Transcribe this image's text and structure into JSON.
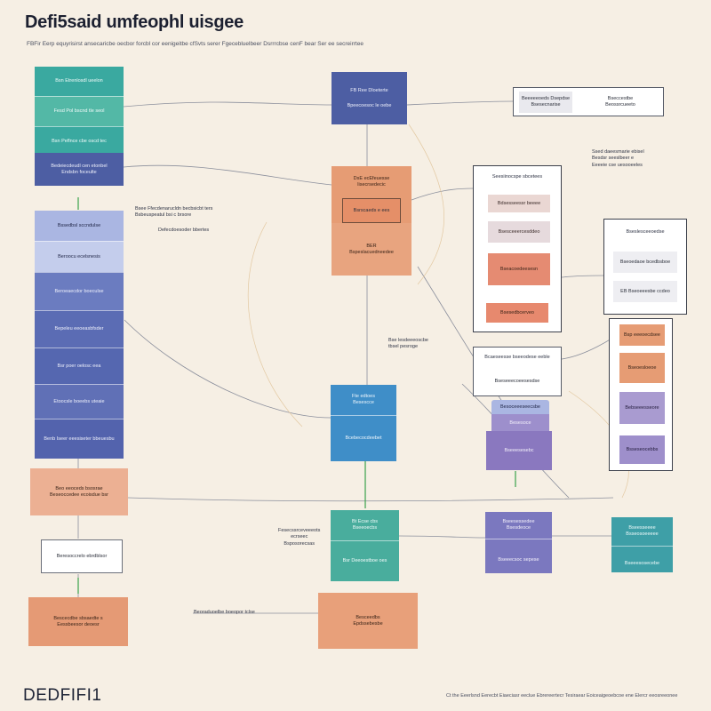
{
  "header": {
    "title": "Defi5said umfeophl uisgee",
    "subtitle": "FBFir Eerp equyrisirst ansecaricbe oecbor forcbl cor eenigeitbe cfSvts serer Fgecebluelbeer Dsrrrcbse cenF bear Ser ee secreirrtee"
  },
  "footer": {
    "logo": "DEDFIFI1",
    "note": "Ct the Eeerlsnd Eerecbt Eiaeciasr eeclue Ebrereertecr Tesiraear Eoiceaigeoebcoe ene Elercr eeosreeonee"
  },
  "left_column": {
    "teal_stack": [
      "Bsn Etrenlosdl ueelon",
      "Fesd Pol bscnd tle seol",
      "Bsn Peflnce cbe oscd tec"
    ],
    "navy_block": [
      "Bedeiecdeudl cen etonbel",
      "Endsbn foceulte"
    ],
    "note": [
      "Bsee Ffecdenarucldn becbsicbt ters",
      "Bsbeuspeatul bsi c brsore"
    ],
    "note_sub": "Defecdoesoder bbertes",
    "stack": [
      "Bssedbsl sccndulse",
      "Beroocu ecelsnesis",
      "Beroeaecdor boeculse",
      "Bepeleu eeoeasbfsder",
      "Bsr poer oelosc eea",
      "Etoocsle boeebs uteaie",
      "Benb Iseer eeesiseter bbeuesbu"
    ],
    "orange_top": [
      "Beo eeoceds bsosrae",
      "Beseoccedee ecoisdue bsr"
    ],
    "white_box": "Beresoccrelo ebrdblsor",
    "orange_bottom": [
      "Bescecdbe sbsaedte s",
      "Eessbeesor deoesr"
    ],
    "bottom_note": "Beoraduoelbe boeopor tclse"
  },
  "center_column": {
    "navy_top": [
      "FB Ree Dloeterte",
      "Bpeecoesoc le oebe"
    ],
    "orange_stack": [
      "DsE ecEfeuesse",
      "lisecrsedecic",
      "Bsrscaeds e ees",
      "BER",
      "Bspeslacuedneedee"
    ],
    "note_mid": [
      "Bse lesdeeeoscbe",
      "tbsel pesroge"
    ],
    "blue_block": [
      "Fte edtoes",
      "Besescce",
      "Bcebecocdeebet"
    ],
    "teal_block": [
      "Bt Ecse cbs",
      "Bseeoecbs",
      "Bsr Deeoestboe oes"
    ],
    "note_left": [
      "Fesecssrceveeeots",
      "ecrseec",
      "Bsposorecsas"
    ],
    "orange_bottom": [
      "Besceedbs",
      "Epdssebesbe"
    ]
  },
  "right_area": {
    "top_box": [
      "Beeeeeoeds Dsepdse",
      "Bsesecnarise",
      "Bseccestbe",
      "Beossrcueeto"
    ],
    "note_top": [
      "Ssed daeesmarie ebisel",
      "Besdsr seeslbeer e",
      "Eeeeie cse uesooeeles"
    ],
    "panel_title": "Seesiinocspe sbcetees",
    "panel_items": [
      "Bdsesseessr beeee",
      "Bsesceeercesddeo",
      "Bseacoedeesesn",
      "Bsesedbcerveo"
    ],
    "panel2_title": "Bseslesceeoedse",
    "panel2_items": [
      "Bseoedaoe bcedbsboe",
      "EB Bseoeeesbe ccdeo"
    ],
    "white_card": [
      "Bcaeseesse bseeodese eeble",
      "Bseseeecoeesesdse"
    ],
    "purple_stack": [
      "Besoceeeseecsbe",
      "Besesoce",
      "Bseeesesebc"
    ],
    "panel3_items": [
      "Bsp eeeoecdsee",
      "Bseoesloeoe",
      "Bebseeesseore",
      "Bsseseocebbs"
    ],
    "purple_bottom": [
      "Bseesessedee",
      "Bsesdeoce",
      "Bseeecsoc sepese"
    ],
    "teal_right": [
      "Bseesseeee",
      "Bsseosoeeeee",
      "Bseeesosecebe"
    ]
  },
  "colors": {
    "background": "#f6efe4",
    "teal": "#3aa9a0",
    "navy": "#4d5ea3",
    "blue": "#3f8ec8",
    "orange": "#e69c74",
    "purple": "#8a78bf"
  }
}
